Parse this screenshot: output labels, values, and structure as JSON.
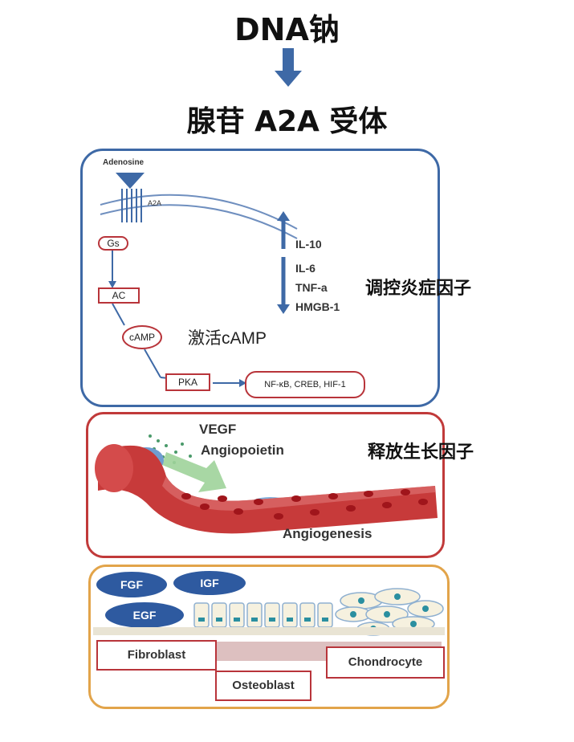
{
  "header": {
    "title": "DNA钠",
    "subtitle": "腺苷 A2A 受体"
  },
  "panel1": {
    "adenosine": "Adenosine",
    "receptor": "A2A",
    "gs": "Gs",
    "ac": "AC",
    "camp": "cAMP",
    "pka": "PKA",
    "transcription": "NF-κB, CREB, HIF-1",
    "activate_label": "激活cAMP",
    "up_cytokine": "IL-10",
    "down_cytokines": [
      "IL-6",
      "TNF-a",
      "HMGB-1"
    ],
    "side_label": "调控炎症因子"
  },
  "panel2": {
    "factor1": "VEGF",
    "factor2": "Angiopoietin",
    "process": "Angiogenesis",
    "side_label": "释放生长因子"
  },
  "panel3": {
    "growth_factors": [
      "FGF",
      "IGF",
      "EGF"
    ],
    "cells": [
      "Fibroblast",
      "Osteoblast",
      "Chondrocyte"
    ]
  },
  "colors": {
    "arrow_blue": "#3e69a6",
    "panel1_border": "#3e69a6",
    "panel2_border": "#c13a3a",
    "panel3_border": "#e2a44a",
    "box_red": "#b8343a",
    "vessel_red": "#c73a3a",
    "factor_blue": "#2e5aa0"
  }
}
